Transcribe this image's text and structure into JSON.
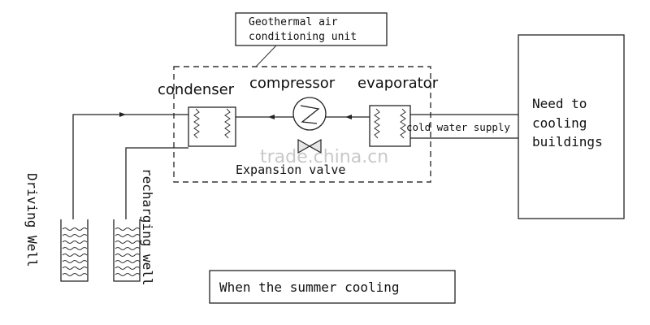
{
  "diagram": {
    "unit_label": {
      "line1": "Geothermal air",
      "line2": "conditioning unit"
    },
    "components": {
      "condenser": "condenser",
      "compressor": "compressor",
      "evaporator": "evaporator",
      "expansion_valve": "Expansion valve"
    },
    "cold_water_supply": "cold water supply",
    "building": {
      "line1": "Need to",
      "line2": "cooling",
      "line3": "buildings"
    },
    "driving_well": "Driving Well",
    "recharging_well": "recharging well",
    "caption": "When the summer cooling",
    "watermark": "trade.china.cn"
  }
}
